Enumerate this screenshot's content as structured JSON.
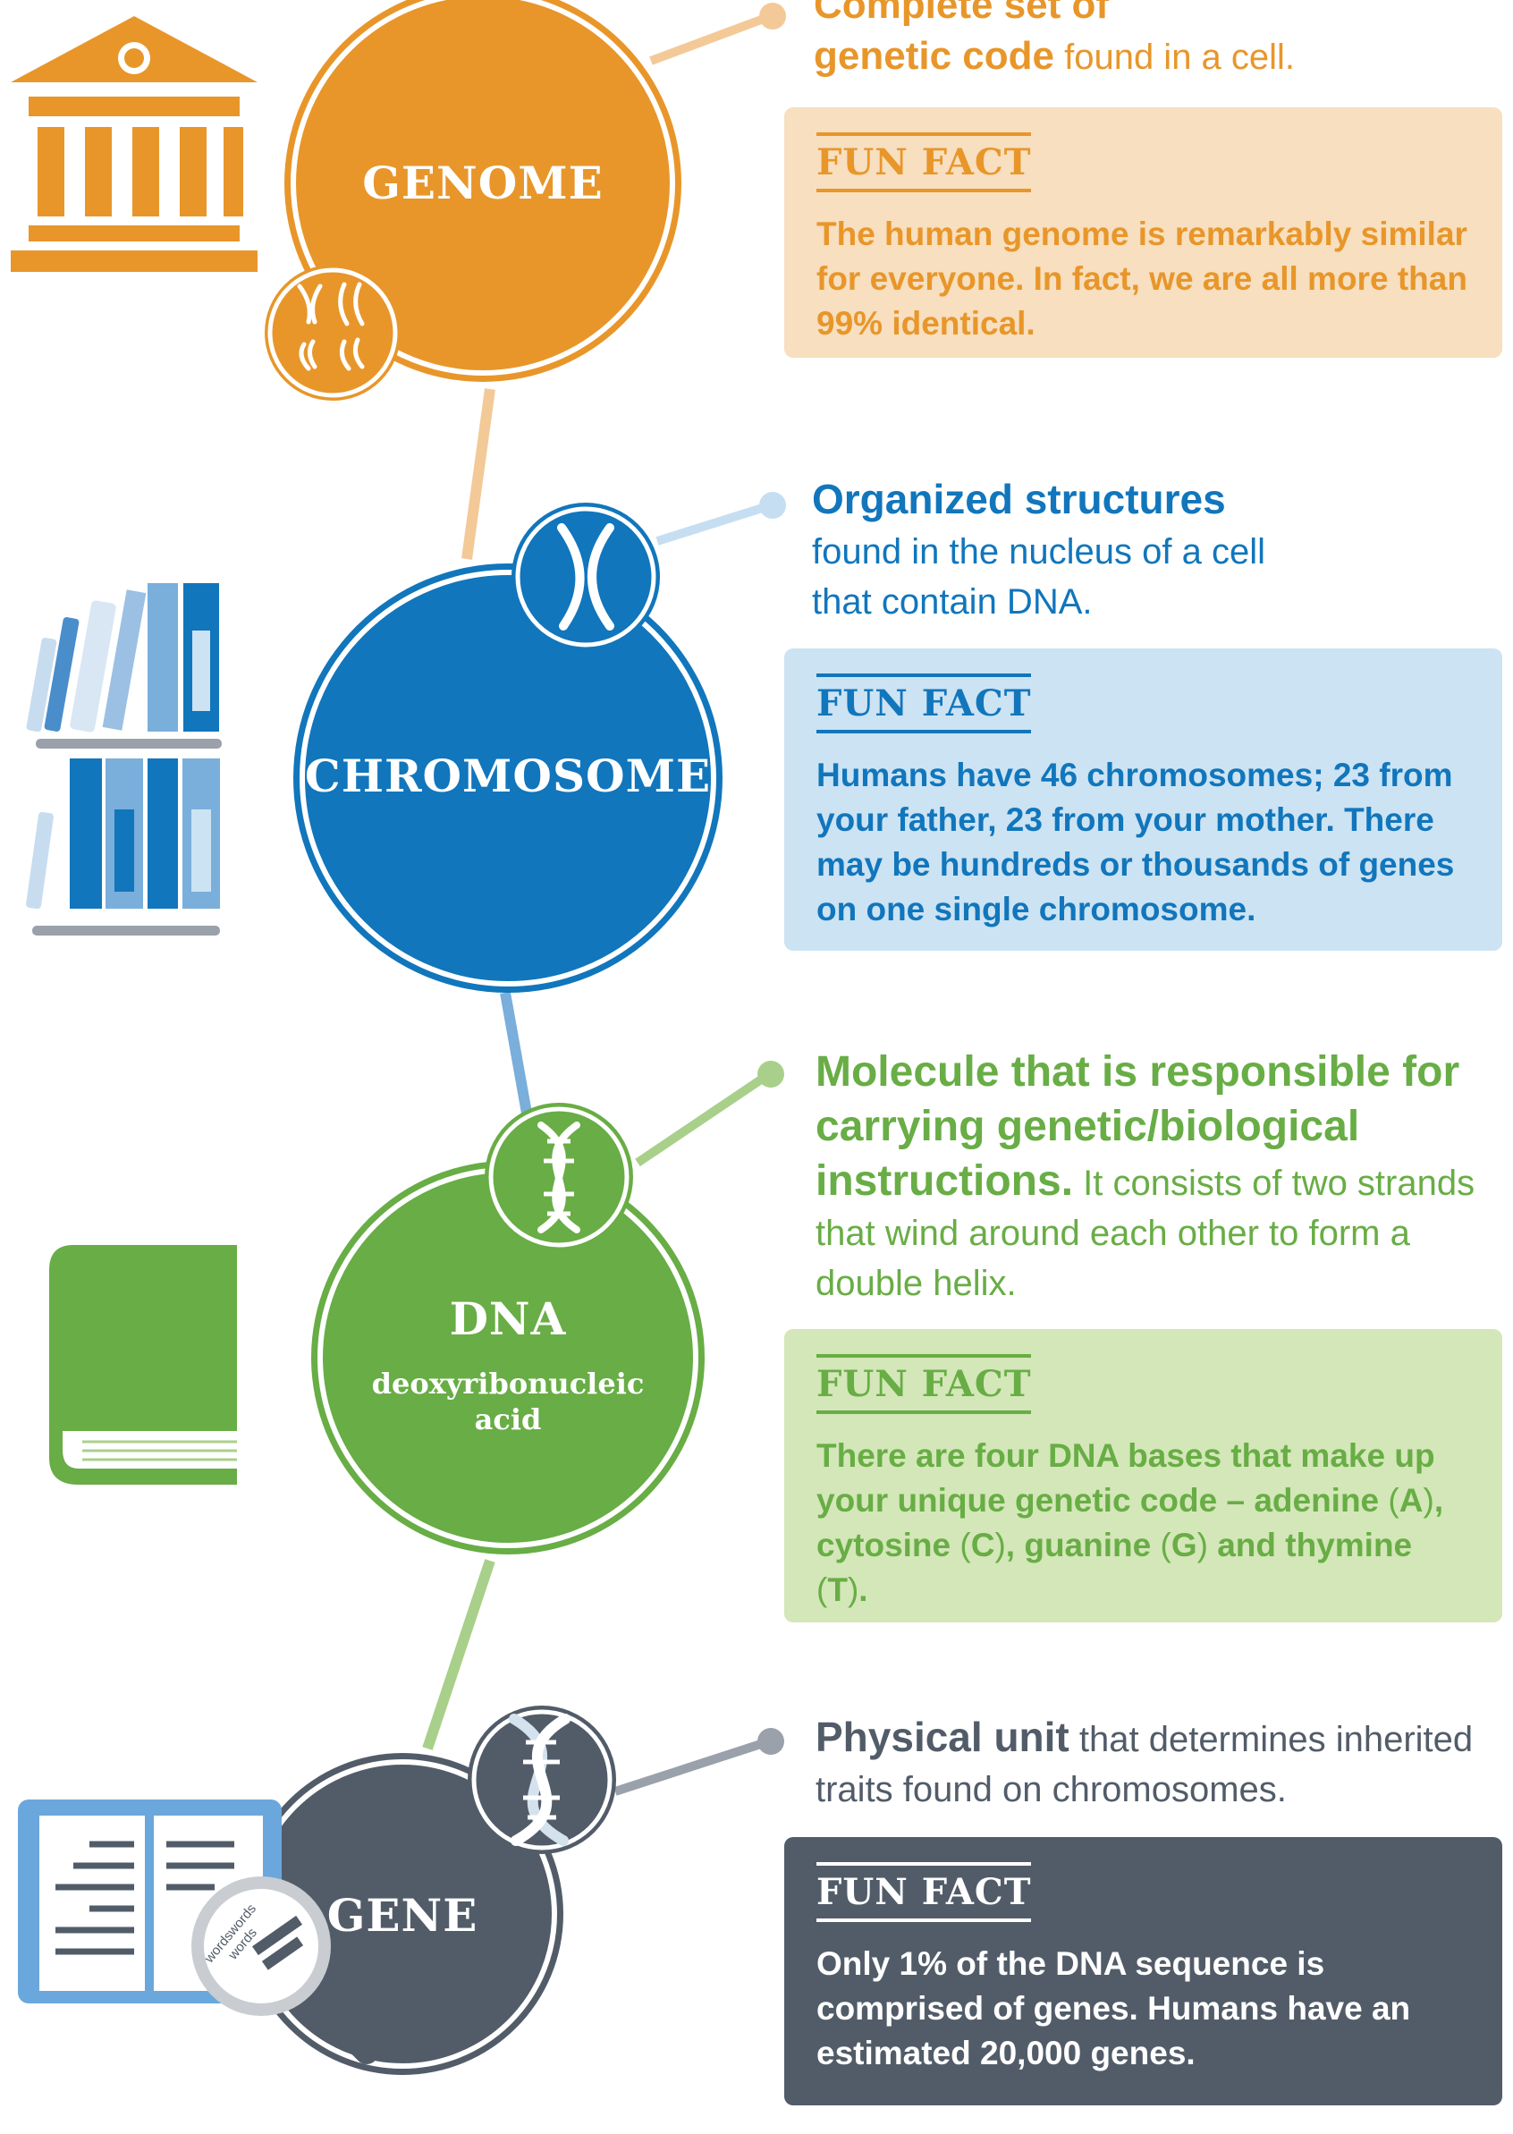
{
  "colors": {
    "genome": "#e8962a",
    "genome_light": "#f7dfbf",
    "chromosome": "#1176bc",
    "chromosome_light": "#cce3f3",
    "dna": "#68ad45",
    "dna_light": "#d3e7b8",
    "gene": "#525c69",
    "gene_box": "#525c69"
  },
  "sections": {
    "genome": {
      "title": "GENOME",
      "desc_bold1": "Complete set of",
      "desc_bold2": "genetic code",
      "desc_rest": "found in a cell.",
      "fun_fact_label": "FUN FACT",
      "fun_fact": "The human genome is remarkably similar for everyone. In fact, we are all more than 99% identical.",
      "icon": "museum-icon",
      "badge_icon": "chromosomes-icon"
    },
    "chromosome": {
      "title": "CHROMOSOME",
      "desc_bold": "Organized structures",
      "desc_rest": "found in the nucleus of a cell that contain DNA.",
      "fun_fact_label": "FUN FACT",
      "fun_fact": "Humans have 46 chromosomes; 23 from your father, 23 from your mother. There may be hundreds or thousands of genes on one single chromosome.",
      "icon": "bookshelf-icon",
      "badge_icon": "chromosome-icon"
    },
    "dna": {
      "title": "DNA",
      "subtitle": "deoxyribonucleic acid",
      "desc_bold": "Molecule that is responsible for carrying genetic/biological instructions.",
      "desc_rest": "It consists of two strands that wind around each other to form a double helix.",
      "fun_fact_label": "FUN FACT",
      "fun_fact_intro": "There are four DNA bases that make up your unique genetic code –",
      "bases": [
        {
          "name": "adenine",
          "letter": "A"
        },
        {
          "name": "cytosine",
          "letter": "C"
        },
        {
          "name": "guanine",
          "letter": "G"
        },
        {
          "name": "thymine",
          "letter": "T"
        }
      ],
      "fun_fact_and": "and",
      "icon": "book-icon",
      "badge_icon": "dna-helix-icon"
    },
    "gene": {
      "title": "GENE",
      "desc_bold": "Physical unit",
      "desc_rest": "that determines inherited traits found on chromosomes.",
      "fun_fact_label": "FUN FACT",
      "fun_fact": "Only 1% of the DNA sequence is comprised of genes. Humans have an estimated 20,000 genes.",
      "magnifier_words": [
        "wordswords",
        "words"
      ],
      "icon": "open-book-icon",
      "badge_icon": "dna-helix-icon"
    }
  }
}
